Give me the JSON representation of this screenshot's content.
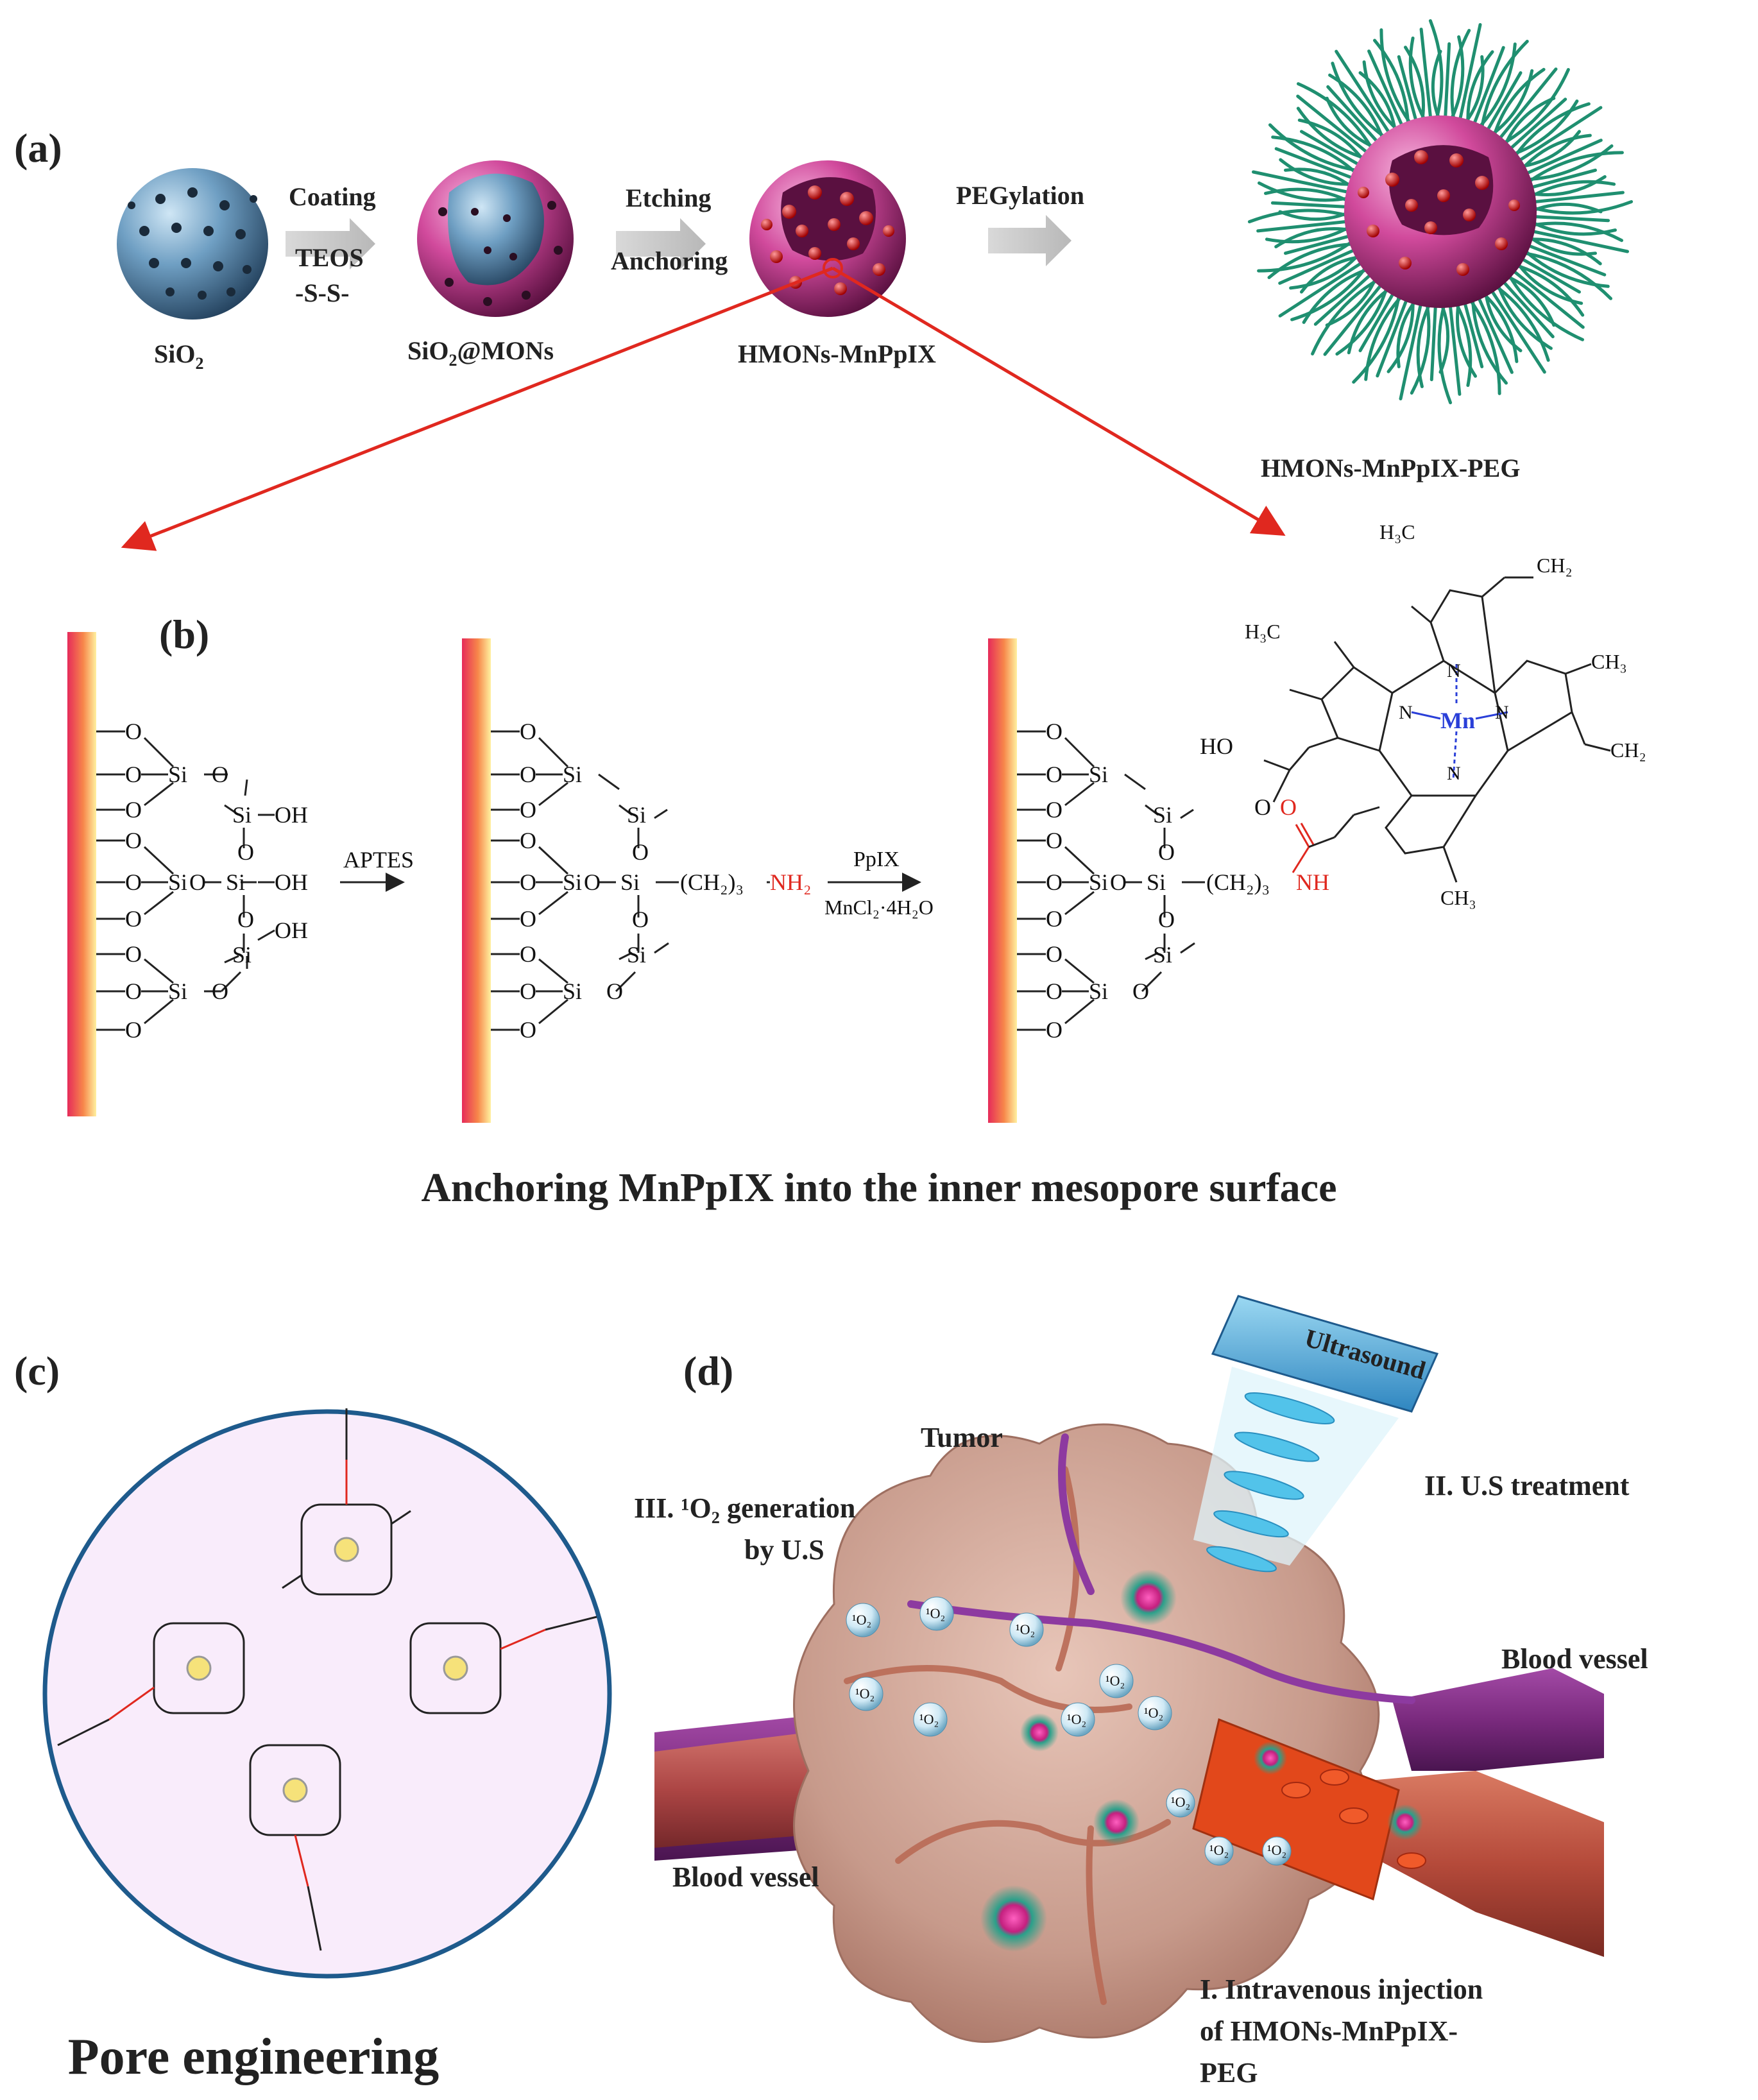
{
  "panel_a": {
    "label": "(a)",
    "step1_top": "Coating",
    "step1_mid": "TEOS",
    "step1_bot": "-S-S-",
    "step2_top": "Etching",
    "step2_bot": "Anchoring",
    "step3": "PEGylation",
    "sio2": "SiO",
    "sio2_sub": "2",
    "sio2mons_a": "SiO",
    "sio2mons_sub": "2",
    "sio2mons_b": "@MONs",
    "hmons": "HMONs-MnPpIX",
    "hmons_peg": "HMONs-MnPpIX-PEG"
  },
  "panel_b": {
    "label": "(b)",
    "reagent1": "APTES",
    "reagent2_top": "PpIX",
    "reagent2_bot": "MnCl₂·4H₂O",
    "caption": "Anchoring MnPpIX into the inner mesopore surface",
    "si": "Si",
    "o": "O",
    "oh": "OH",
    "ch2_3": "(CH₂)₃",
    "nh2": "NH₂",
    "nh": "NH",
    "mn": "Mn",
    "n": "N",
    "ho": "HO",
    "ch3": "CH₃",
    "h3c": "H₃C",
    "ch2": "CH₂"
  },
  "panel_c": {
    "label": "(c)",
    "caption": "Pore engineering"
  },
  "panel_d": {
    "label": "(d)",
    "ultrasound": "Ultrasound",
    "tumor": "Tumor",
    "step3_line1": "III. ¹O₂ generation",
    "step3_line2": "by U.S",
    "step2": "II. U.S treatment",
    "blood_vessel_right": "Blood vessel",
    "blood_vessel_left": "Blood vessel",
    "step1_line1": "I. Intravenous injection",
    "step1_line2": "of HMONs-MnPpIX-",
    "step1_line3": "PEG",
    "singlet_o2": "¹O₂"
  },
  "colors": {
    "silica_blue": "#6f9fc3",
    "mons_pink": "#d14a9c",
    "peg_green": "#1f8f70",
    "arrow_red": "#e0281f",
    "vessel_purple": "#7a2a7e",
    "vessel_red": "#b54a3a",
    "tumor_tissue": "#c9a597",
    "ultrasound_blue": "#4fb6e0",
    "pore_circle_bg": "#f9ecfb",
    "pore_circle_border": "#1e5a8c"
  },
  "icons": [
    "sio2-sphere",
    "sio2-mons-sphere",
    "hmons-mnppix-sphere",
    "peg-nanoparticle",
    "porphyrin-structure",
    "ultrasound-probe",
    "tumor",
    "blood-vessel",
    "singlet-oxygen-bubble"
  ]
}
